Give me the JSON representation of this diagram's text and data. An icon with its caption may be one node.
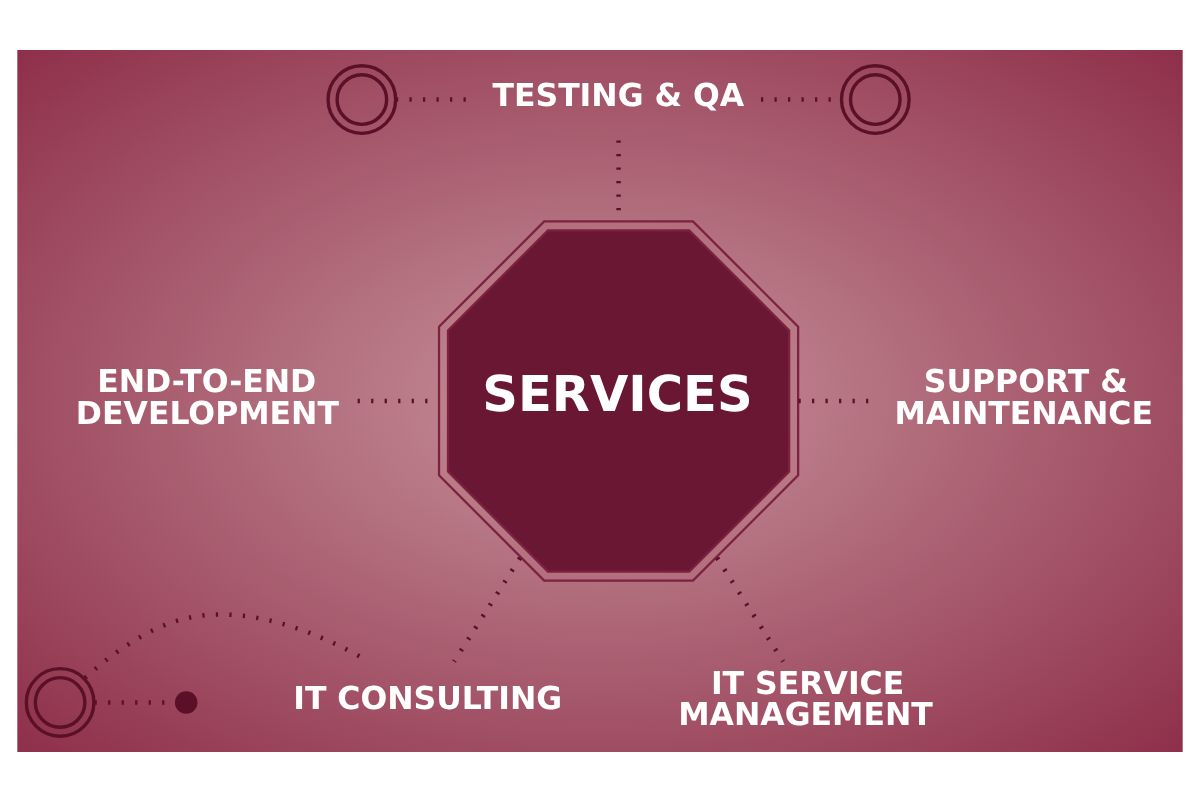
{
  "diagram": {
    "nodes": [
      {
        "text": [
          "TESTING & QA"
        ]
      },
      {
        "text": [],
        "shape": "circle"
      },
      {
        "text": [],
        "shape": "circle"
      },
      {
        "text": [
          "SUPPORT & MAINTENANCE"
        ]
      },
      {
        "text": [
          "SERVICES"
        ]
      },
      {
        "text": [
          "END-TO-END DEVELOPMENT"
        ]
      },
      {
        "text": [
          "IT SERVICE MANAGEMENT"
        ]
      },
      {
        "text": [
          "IT CONSULTING"
        ]
      },
      {
        "text": [],
        "shape": "circle"
      },
      {
        "text": [],
        "shape": "circle"
      }
    ],
    "edges": [
      {
        "from": 0,
        "to": 1,
        "arrow": "none"
      },
      {
        "from": 2,
        "to": 0,
        "arrow": "none"
      },
      {
        "from": 0,
        "to": 4,
        "arrow": "none"
      },
      {
        "from": 5,
        "to": 4,
        "arrow": "none"
      },
      {
        "from": 4,
        "to": 3,
        "arrow": "none"
      },
      {
        "from": 4,
        "to": 7,
        "arrow": "none"
      },
      {
        "from": 4,
        "to": 6,
        "arrow": "none"
      },
      {
        "from": 8,
        "to": 7,
        "arrow": "none"
      },
      {
        "from": 8,
        "to": 9,
        "arrow": "none"
      }
    ]
  }
}
